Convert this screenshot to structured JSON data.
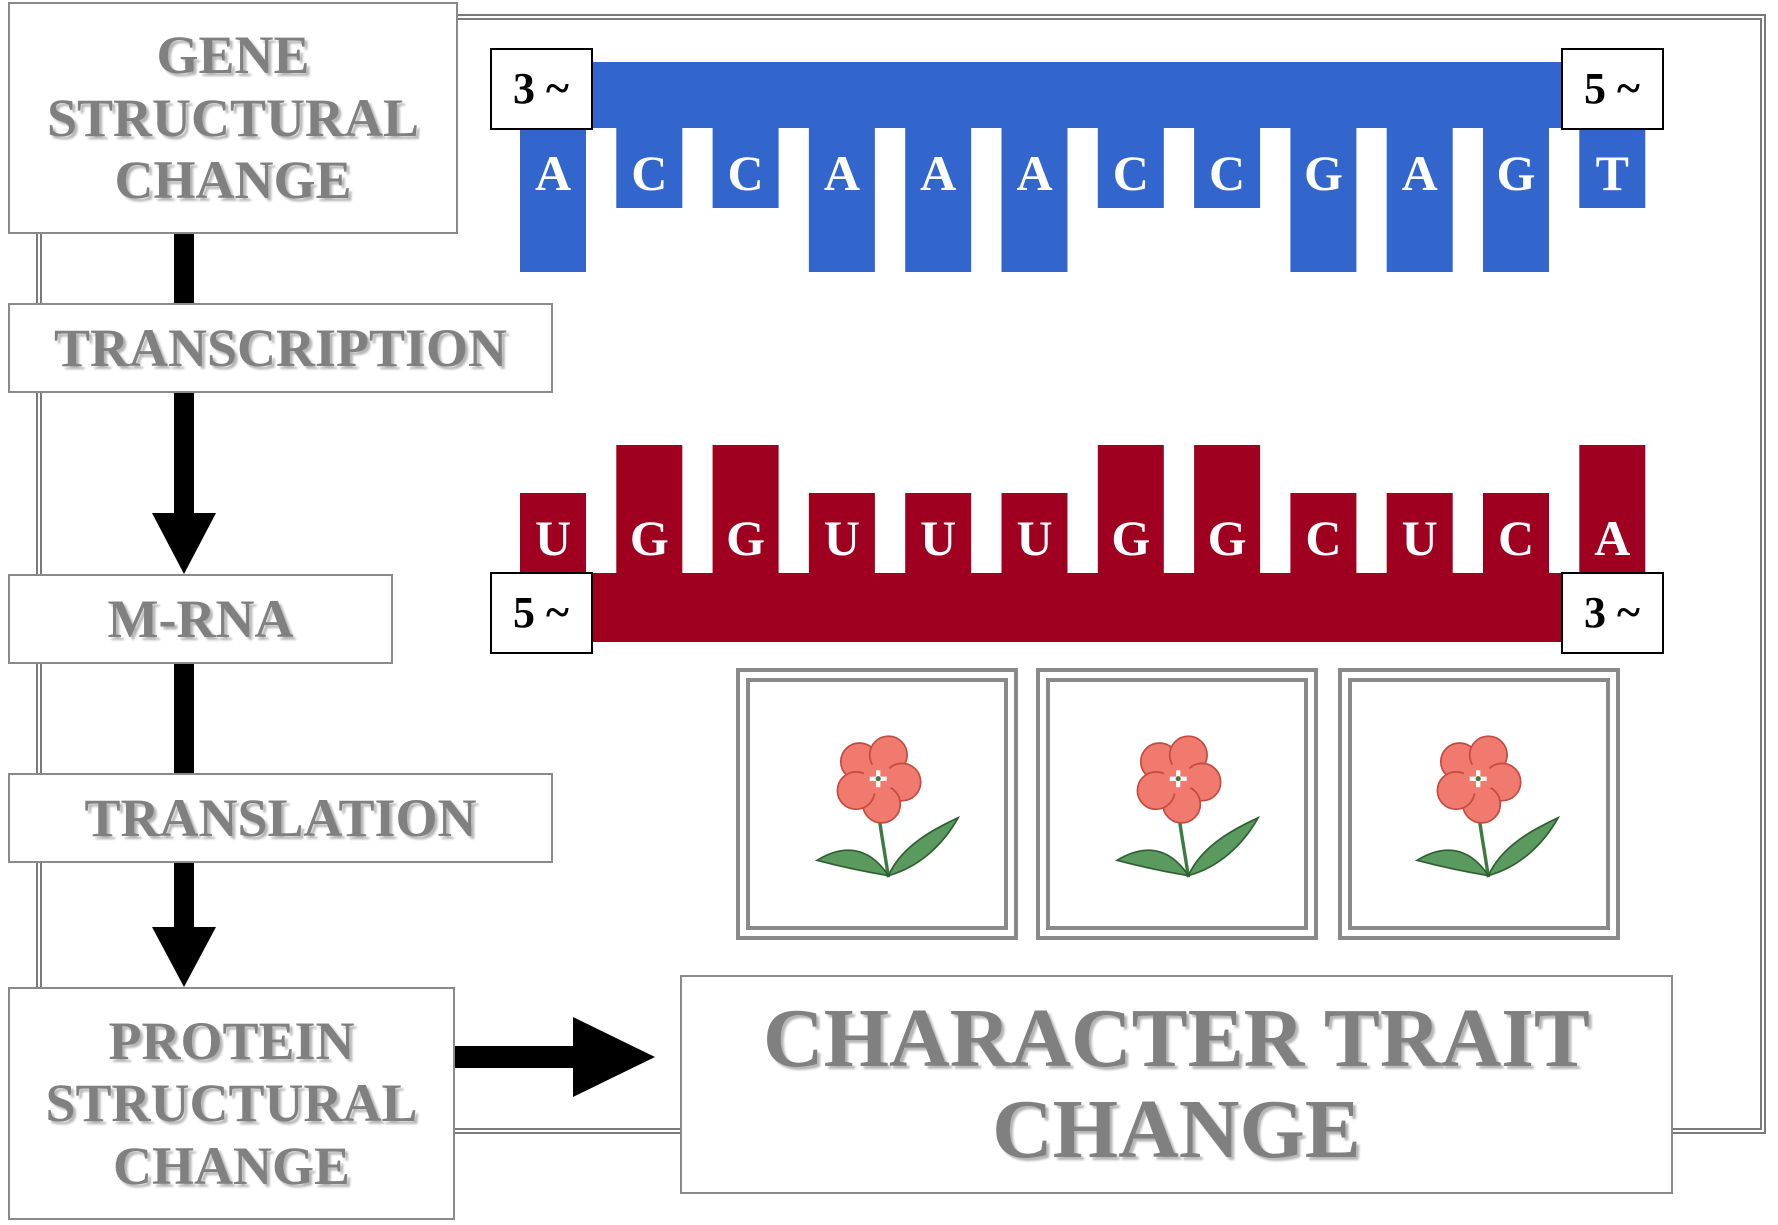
{
  "flow": {
    "gene_change": [
      "GENE",
      "STRUCTURAL",
      "CHANGE"
    ],
    "transcription": "TRANSCRIPTION",
    "mrna": "M-RNA",
    "translation": "TRANSLATION",
    "protein_change": [
      "PROTEIN",
      "STRUCTURAL",
      "CHANGE"
    ],
    "trait_change": [
      "CHARACTER TRAIT",
      "CHANGE"
    ]
  },
  "dna_strand": {
    "left_end": "3 ~",
    "right_end": "5 ~",
    "bases": [
      "A",
      "C",
      "C",
      "A",
      "A",
      "A",
      "C",
      "C",
      "G",
      "A",
      "G",
      "T"
    ],
    "color": "#3366cc"
  },
  "mrna_strand": {
    "left_end": "5 ~",
    "right_end": "3 ~",
    "bases": [
      "U",
      "G",
      "G",
      "U",
      "U",
      "U",
      "G",
      "G",
      "C",
      "U",
      "C",
      "A"
    ],
    "color": "#a00020"
  },
  "flower_panels": [
    "flower-icon",
    "flower-icon",
    "flower-icon"
  ],
  "colors": {
    "label_text": "#808080",
    "arrow": "#000000",
    "frame": "#7a7a7a",
    "petal": "#f07a6e",
    "leaf": "#5a9a5e"
  }
}
